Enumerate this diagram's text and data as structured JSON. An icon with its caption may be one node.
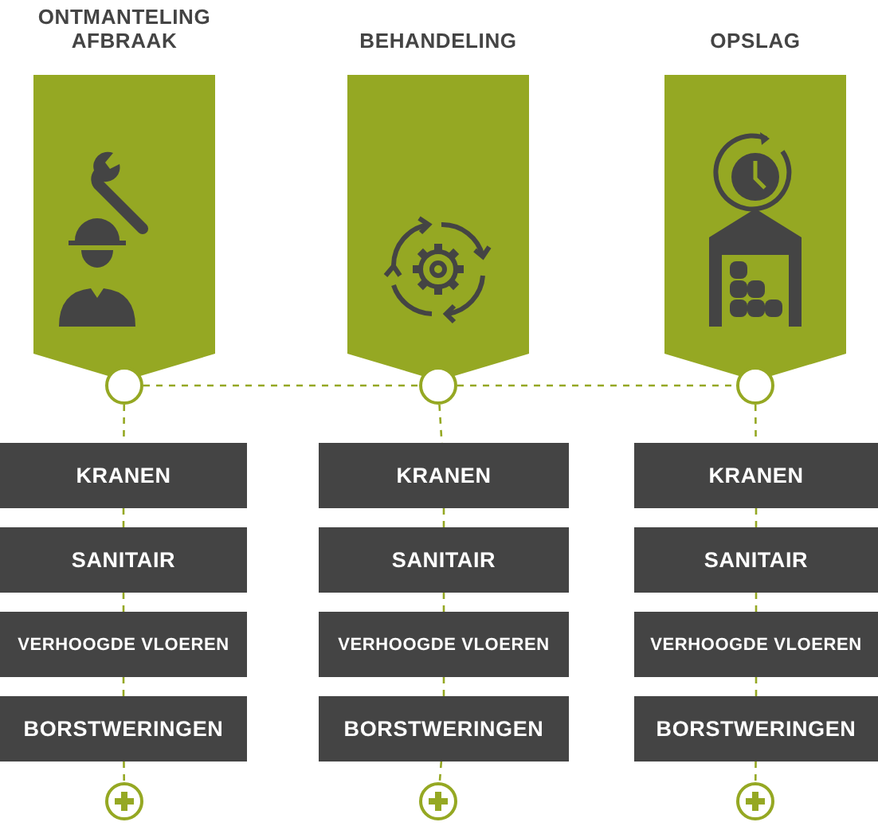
{
  "diagram": {
    "nodes": [
      {
        "text": [
          "ONTMANTELING AFBRAAK"
        ]
      },
      {
        "text": [],
        "shape": "circle"
      },
      {
        "text": [
          "KRANEN"
        ]
      },
      {
        "text": [
          "SANITAIR"
        ]
      },
      {
        "text": [
          "VERHOOGDE VLOEREN"
        ]
      },
      {
        "text": [
          "BORSTWERINGEN"
        ]
      },
      {
        "text": [],
        "shape": "circle"
      },
      {
        "text": [
          "BEHANDELING"
        ]
      },
      {
        "text": [],
        "shape": "circle"
      },
      {
        "text": [
          "KRANEN"
        ]
      },
      {
        "text": [
          "SANITAIR"
        ]
      },
      {
        "text": [
          "VERHOOGDE VLOEREN"
        ]
      },
      {
        "text": [
          "BORSTWERINGEN"
        ]
      },
      {
        "text": [],
        "shape": "circle"
      },
      {
        "text": [
          "OPSLAG"
        ]
      },
      {
        "text": [],
        "shape": "circle"
      },
      {
        "text": [
          "KRANEN"
        ]
      },
      {
        "text": [
          "SANITAIR"
        ]
      },
      {
        "text": [
          "VERHOOGDE VLOEREN"
        ]
      },
      {
        "text": [
          "BORSTWERINGEN"
        ]
      },
      {
        "text": [],
        "shape": "circle"
      }
    ],
    "edges": [
      {
        "from": 1,
        "to": 8,
        "arrow": "none",
        "style": "dashed"
      },
      {
        "from": 8,
        "to": 15,
        "arrow": "none",
        "style": "dashed"
      },
      {
        "from": 1,
        "to": 2,
        "arrow": "none",
        "style": "dashed"
      },
      {
        "from": 2,
        "to": 3,
        "arrow": "none",
        "style": "dashed"
      },
      {
        "from": 3,
        "to": 4,
        "arrow": "none",
        "style": "dashed"
      },
      {
        "from": 4,
        "to": 5,
        "arrow": "none",
        "style": "dashed"
      },
      {
        "from": 5,
        "to": 6,
        "arrow": "none",
        "style": "dashed"
      },
      {
        "from": 8,
        "to": 9,
        "arrow": "none",
        "style": "dashed"
      },
      {
        "from": 9,
        "to": 10,
        "arrow": "none",
        "style": "dashed"
      },
      {
        "from": 10,
        "to": 11,
        "arrow": "none",
        "style": "dashed"
      },
      {
        "from": 11,
        "to": 12,
        "arrow": "none",
        "style": "dashed"
      },
      {
        "from": 12,
        "to": 13,
        "arrow": "none",
        "style": "dashed"
      },
      {
        "from": 15,
        "to": 16,
        "arrow": "none",
        "style": "dashed"
      },
      {
        "from": 16,
        "to": 17,
        "arrow": "none",
        "style": "dashed"
      },
      {
        "from": 17,
        "to": 18,
        "arrow": "none",
        "style": "dashed"
      },
      {
        "from": 18,
        "to": 19,
        "arrow": "none",
        "style": "dashed"
      },
      {
        "from": 19,
        "to": 20,
        "arrow": "none",
        "style": "dashed"
      }
    ]
  }
}
